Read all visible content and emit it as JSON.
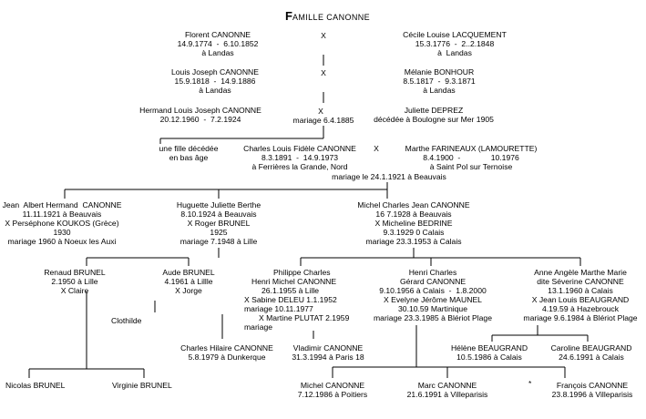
{
  "title_initial": "F",
  "title_rest": "AMILLE CANONNE",
  "people": {
    "florent": [
      "Florent CANONNE",
      "14.9.1774  -  6.10.1852",
      "à Landas"
    ],
    "cecile": [
      "Cécile Louise LACQUEMENT",
      "15.3.1776  -  2..2.1848",
      "à  Landas"
    ],
    "x1": "X",
    "louis": [
      "Louis Joseph CANONNE",
      "15.9.1818  -  14.9.1886",
      "à Landas"
    ],
    "melanie": [
      "Mélanie BONHOUR",
      "8.5.1817  -  9.3.1871",
      "à Landas"
    ],
    "x2": "X",
    "hermand": [
      "Hermand Louis Joseph CANONNE",
      "20.12.1960  -  7.2.1924"
    ],
    "juliette": [
      "Juliette DEPREZ",
      "décédée à Boulogne sur Mer 1905"
    ],
    "x3": "X",
    "mariage1885": "mariage 6.4.1885",
    "fille": [
      "une fille décédée",
      "en bas âge"
    ],
    "charles": [
      "Charles Louis Fidèle CANONNE",
      "8.3.1891  -  14.9.1973",
      "à Ferrières la Grande, Nord"
    ],
    "x4": "X",
    "marthe": [
      "Marthe FARINEAUX (LAMOURETTE)",
      "8.4.1900  -              10.1976",
      "à Saint Pol sur Ternoise"
    ],
    "mariage1921": "mariage le 24.1.1921 à Beauvais",
    "jean": [
      "Jean  Albert Hermand  CANONNE",
      "11.11.1921 à Beauvais",
      "X Perséphone KOUKOS (Grèce)",
      "1930",
      "mariage 1960 à Noeux les Auxi"
    ],
    "huguette": [
      "Huguette Juliette Berthe",
      "8.10.1924 à Beauvais",
      "X Roger BRUNEL",
      "1925",
      "mariage 7.1948 à Lille"
    ],
    "michel": [
      "Michel Charles Jean CANONNE",
      "16 7.1928 à Beauvais",
      "X Micheline BEDRINE",
      "9.3.1929 0 Calais",
      "mariage 23.3.1953 à Calais"
    ],
    "renaud": [
      "Renaud BRUNEL",
      "2.1950 à Lille",
      "X Claire"
    ],
    "aude": [
      "Aude BRUNEL",
      "4.1961 à Lillle",
      "X Jorge"
    ],
    "clothilde": "Clothilde",
    "philippe": [
      "Philippe Charles",
      "Henri Michel CANONNE",
      "26.1.1955 à Lille",
      "X Sabine DELEU 1.1.1952",
      "mariage 10.11.1977",
      "X Martine PLUTAT 2.1959",
      "mariage"
    ],
    "henri": [
      "Henri Charles",
      "Gérard CANONNE",
      "9.10.1956 à Calais  -  1.8.2000",
      "X Evelyne Jérôme MAUNEL",
      "30.10.59 Martinique",
      "mariage 23.3.1985 à Blériot Plage"
    ],
    "anne": [
      "Anne Angèle Marthe Marie",
      "dite Séverine CANONNE",
      "13.1.1960 à Calais",
      "X Jean Louis BEAUGRAND",
      "4.19.59 à Hazebrouck",
      "mariage 9.6.1984 à Blériot Plage"
    ],
    "hilaire": [
      "Charles Hilaire CANONNE",
      "5.8.1979 à Dunkerque"
    ],
    "vladimir": [
      "Vladimir CANONNE",
      "31.3.1994 à Paris 18"
    ],
    "helene": [
      "Hélène BEAUGRAND",
      "10.5.1986 à Calais"
    ],
    "caroline": [
      "Caroline BEAUGRAND",
      "24.6.1991 à Calais"
    ],
    "nicolas": "Nicolas BRUNEL",
    "virginie": "Virginie BRUNEL",
    "michel2": [
      "Michel CANONNE",
      "7.12.1986 à Poitiers"
    ],
    "marc": [
      "Marc CANONNE",
      "21.6.1991 à Villeparisis"
    ],
    "star": "*",
    "francois": [
      "François CANONNE",
      "23.8.1996 à Villeparisis"
    ]
  }
}
